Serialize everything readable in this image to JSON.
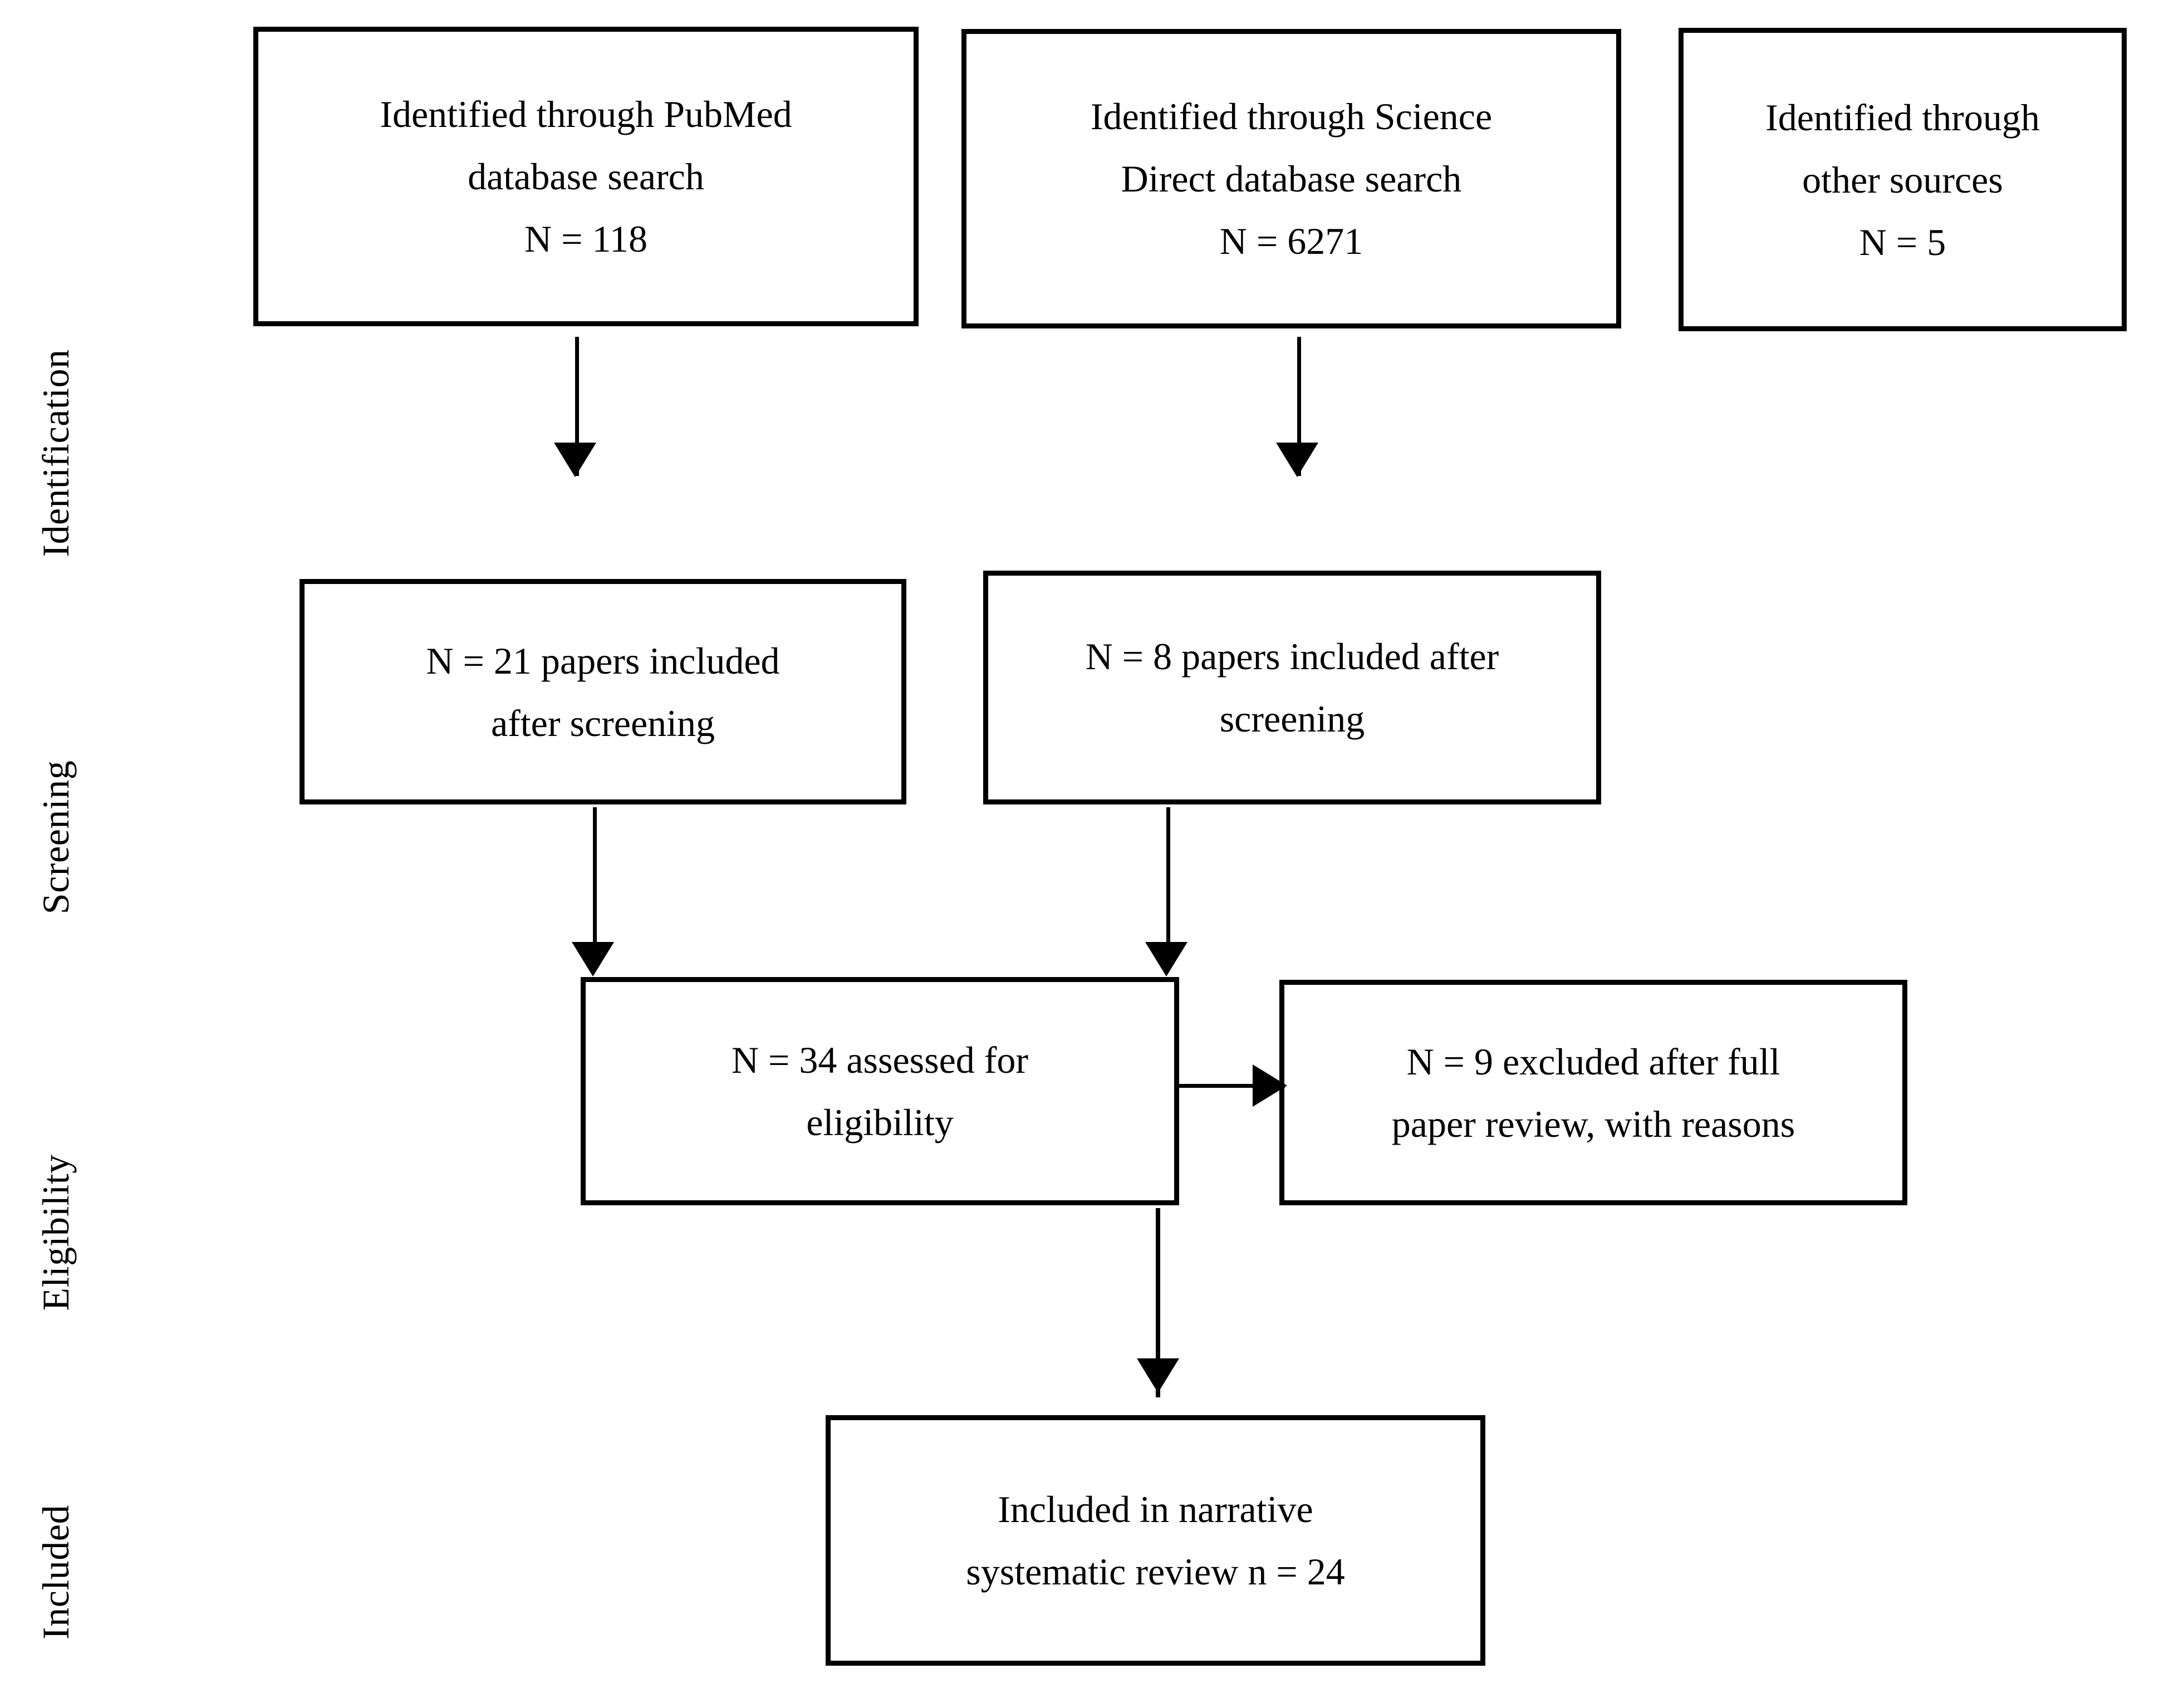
{
  "diagram": {
    "type": "prisma-flow-diagram",
    "stages": [
      {
        "id": "identification",
        "label": "Identification"
      },
      {
        "id": "screening",
        "label": "Screening"
      },
      {
        "id": "eligibility",
        "label": "Eligibility"
      },
      {
        "id": "included",
        "label": "Included"
      }
    ],
    "boxes": [
      {
        "id": "pubmed-source",
        "stage": "identification",
        "lines": [
          "Identified through PubMed",
          "database search",
          "N = 118"
        ],
        "count": 118
      },
      {
        "id": "sciencedirect-source",
        "stage": "identification",
        "lines": [
          "Identified through Science",
          "Direct database search",
          "N = 6271"
        ],
        "count": 6271
      },
      {
        "id": "other-sources",
        "stage": "identification",
        "lines": [
          "Identified through",
          "other sources",
          "N = 5"
        ],
        "count": 5
      },
      {
        "id": "pubmed-screened",
        "stage": "screening",
        "lines": [
          "N = 21 papers included",
          "after screening"
        ],
        "count": 21
      },
      {
        "id": "sciencedirect-screened",
        "stage": "screening",
        "lines": [
          "N = 8 papers included after",
          "screening"
        ],
        "count": 8
      },
      {
        "id": "assessed-eligibility",
        "stage": "eligibility",
        "lines": [
          "N = 34 assessed for",
          "eligibility"
        ],
        "count": 34
      },
      {
        "id": "excluded-full-review",
        "stage": "eligibility",
        "lines": [
          "N = 9 excluded after full",
          "paper review, with reasons"
        ],
        "count": 9
      },
      {
        "id": "included-final",
        "stage": "included",
        "lines": [
          "Included in narrative",
          "systematic review n = 24"
        ],
        "count": 24
      }
    ],
    "connectors": [
      {
        "id": "pubmed-to-screened",
        "from": "pubmed-source",
        "to": "pubmed-screened",
        "direction": "down"
      },
      {
        "id": "sciencedirect-to-screened",
        "from": "sciencedirect-source",
        "to": "sciencedirect-screened",
        "direction": "down"
      },
      {
        "id": "pubmed-screened-to-eligibility",
        "from": "pubmed-screened",
        "to": "assessed-eligibility",
        "direction": "down"
      },
      {
        "id": "sciencedirect-screened-to-eligibility",
        "from": "sciencedirect-screened",
        "to": "assessed-eligibility",
        "direction": "down"
      },
      {
        "id": "eligibility-to-excluded",
        "from": "assessed-eligibility",
        "to": "excluded-full-review",
        "direction": "right"
      },
      {
        "id": "eligibility-to-included",
        "from": "assessed-eligibility",
        "to": "included-final",
        "direction": "down"
      }
    ],
    "colors": {
      "stroke": "#000000",
      "fill": "#ffffff",
      "text": "#000000"
    }
  }
}
